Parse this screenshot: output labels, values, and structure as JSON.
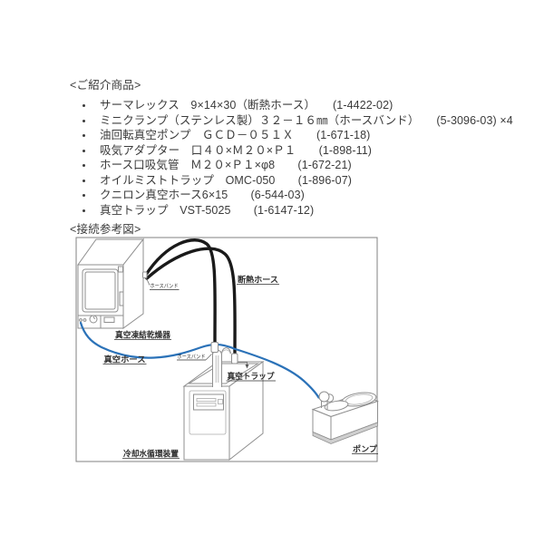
{
  "page": {
    "background": "#ffffff",
    "text_color": "#3b3b3b"
  },
  "products": {
    "heading": "<ご紹介商品>",
    "items": [
      "サーマレックス　9×14×30（断熱ホース）　　(1-4422-02)",
      "ミニクランプ（ステンレス製）３２－１６㎜（ホースバンド）　　(5-3096-03) ×4",
      "油回転真空ポンプ　ＧＣＤ－０５１Ｘ　　(1-671-18)",
      "吸気アダプター　口４０×Ｍ２０×Ｐ１　　(1-898-11)",
      "ホース口吸気管　Ｍ２０×Ｐ１×φ8　　(1-672-21)",
      "オイルミストトラップ　OMC-050　　(1-896-07)",
      "クニロン真空ホース6×15　　(6-544-03)",
      "真空トラップ　VST-5025　　(1-6147-12)"
    ]
  },
  "diagram": {
    "heading": "<接続参考図>",
    "labels": {
      "freeze_dryer": "真空凍結乾燥器",
      "hose_band_dryer": "ホースバンド",
      "insulated_hose": "断熱ホース",
      "vacuum_hose": "真空ホース",
      "hose_band_trap": "ホースバンド",
      "vacuum_trap": "真空トラップ",
      "cooler": "冷却水循環装置",
      "pump": "ポンプ"
    },
    "colors": {
      "hose_insulated": "#1a1a1a",
      "hose_vacuum": "#2b72b8",
      "equipment_line": "#8f8f8f",
      "border": "#808080",
      "label": "#2f2f2f"
    }
  }
}
